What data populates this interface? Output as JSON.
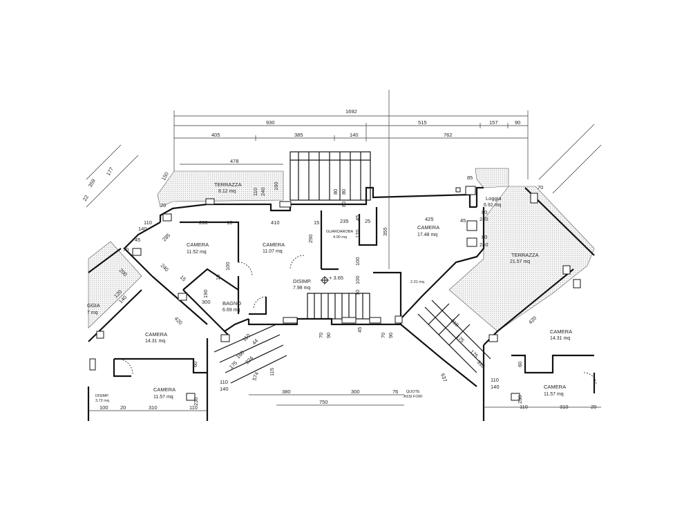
{
  "overall_dims": {
    "total": "1692",
    "row2": [
      "930",
      "515",
      "157",
      "90"
    ],
    "row3": [
      "405",
      "385",
      "140",
      "762"
    ],
    "terrazza_width": "478"
  },
  "rooms": {
    "terrazza_left": {
      "name": "TERRAZZA",
      "area": "8.12 mq"
    },
    "camera_a": {
      "name": "CAMERA",
      "area": "11.52 mq"
    },
    "camera_b": {
      "name": "CAMERA",
      "area": "11.07 mq"
    },
    "guardaroba": {
      "name": "GUARDAROBA",
      "area": "4.00 mq"
    },
    "camera_c": {
      "name": "CAMERA",
      "area": "17.48 mq"
    },
    "loggia_right": {
      "name": "Loggia",
      "area": "6.92 mq"
    },
    "terrazza_right": {
      "name": "TERRAZZA",
      "area": "21.57 mq"
    },
    "disimp": {
      "name": "DISIMP.",
      "area": "7.98 mq"
    },
    "bagno": {
      "name": "BAGNO",
      "area": "6.69 mq"
    },
    "stair_area": {
      "area": "2.31 mq"
    },
    "camera_ll": {
      "name": "CAMERA",
      "area": "14.31 mq"
    },
    "camera_rl": {
      "name": "CAMERA",
      "area": "14.31 mq"
    },
    "camera_lb": {
      "name": "CAMERA",
      "area": "11.57 mq"
    },
    "camera_rb": {
      "name": "CAMERA",
      "area": "11.57 mq"
    },
    "disimp_small": {
      "name": "DISIMP.",
      "area": "3.72 mq"
    },
    "loggia_left": {
      "name": "GGIA",
      "area": "7 mq"
    }
  },
  "level_marker": "+ 3.65",
  "quote_label": {
    "line1": "QUOTE",
    "line2": "ASSI FORI"
  },
  "dims": {
    "d260": "260",
    "d10a": "10",
    "d410": "410",
    "d15a": "15",
    "d235": "235",
    "d25": "25",
    "d425": "425",
    "d45a": "45",
    "d240a": "240",
    "d80a": "80",
    "d80b": "80",
    "d240b": "240",
    "d110a": "110",
    "d140a": "140",
    "d70a": "70",
    "d45b": "45",
    "d285": "285",
    "d240c": "240",
    "d15b": "15",
    "d190": "190",
    "d300a": "300",
    "d100a": "100",
    "d15c": "15",
    "d45c": "45",
    "d290": "290",
    "d100b": "100",
    "d170": "170",
    "d355": "355",
    "d110b": "110",
    "d160": "160",
    "d240d": "240",
    "d150": "150",
    "d85": "85",
    "d70b": "70",
    "d100c": "100",
    "d10b": "10",
    "d70c": "70",
    "d90a": "90",
    "d70d": "70",
    "d90b": "90",
    "d45d": "45",
    "d420a": "420",
    "d420b": "420",
    "d380": "380",
    "d300b": "300",
    "d76": "76",
    "d750": "750",
    "d574": "574",
    "d115": "115",
    "d637": "637",
    "d310a": "310",
    "d175a": "175",
    "d100d": "100",
    "d20": "20",
    "d310b": "310",
    "d110c": "110",
    "d230a": "230",
    "d110d": "110",
    "d310c": "310",
    "d20b": "20",
    "d230b": "230",
    "d110e": "110",
    "d140b": "140",
    "d110f": "110",
    "d140c": "140",
    "d60a": "60",
    "d60b": "60",
    "d200": "200",
    "d120": "120",
    "d140d": "140",
    "d359": "359",
    "d177": "177",
    "d22": "22",
    "d175b": "175",
    "d160b": "160",
    "d224": "224",
    "d44": "44",
    "d70e": "70",
    "d310d": "310",
    "d175c": "175",
    "d80c": "80",
    "d80d": "80",
    "d80e": "80"
  }
}
